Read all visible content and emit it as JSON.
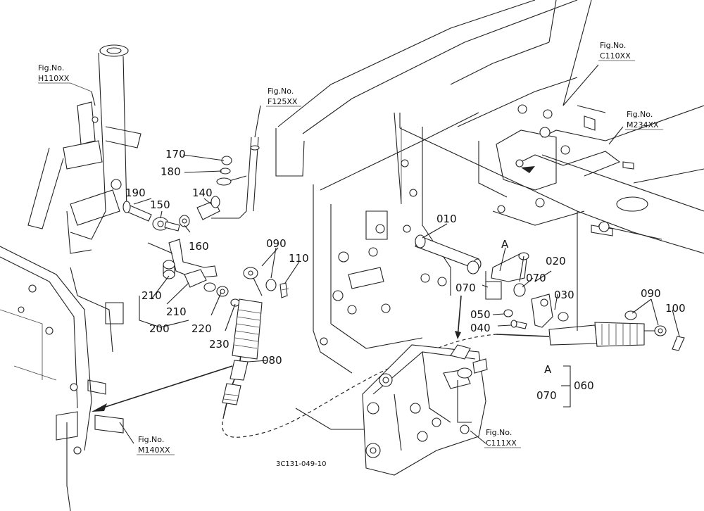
{
  "callouts": {
    "c010": "010",
    "c020": "020",
    "c030": "030",
    "c040": "040",
    "c050": "050",
    "c060": "060",
    "c070a": "070",
    "c070b": "070",
    "c070c": "070",
    "c080": "080",
    "c090a": "090",
    "c090b": "090",
    "c100": "100",
    "c110": "110",
    "c140": "140",
    "c150": "150",
    "c160": "160",
    "c170": "170",
    "c180": "180",
    "c190": "190",
    "c200": "200",
    "c210a": "210",
    "c210b": "210",
    "c220": "220",
    "c230": "230",
    "markA1": "A",
    "markA2": "A"
  },
  "figure_refs": {
    "h110": {
      "label": "Fig.No.",
      "code": "H110XX"
    },
    "f125": {
      "label": "Fig.No.",
      "code": "F125XX"
    },
    "c110": {
      "label": "Fig.No.",
      "code": "C110XX"
    },
    "m234": {
      "label": "Fig.No.",
      "code": "M234XX"
    },
    "m140": {
      "label": "Fig.No.",
      "code": "M140XX"
    },
    "c111": {
      "label": "Fig.No.",
      "code": "C111XX"
    }
  },
  "drawing_number": "3C131-049-10"
}
